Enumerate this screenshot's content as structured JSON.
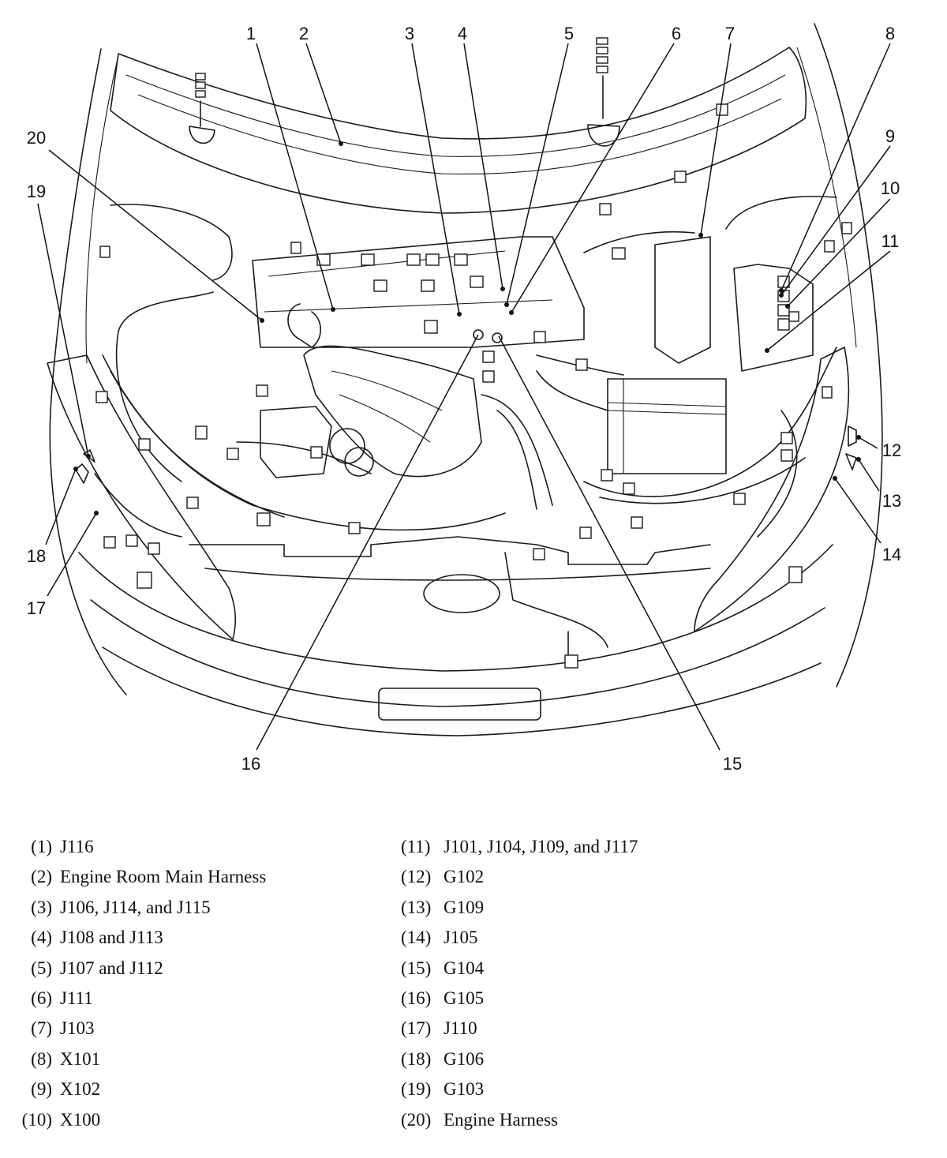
{
  "callouts": [
    {
      "num": "1",
      "text": "J116"
    },
    {
      "num": "2",
      "text": "Engine Room Main Harness"
    },
    {
      "num": "3",
      "text": "J106, J114, and J115"
    },
    {
      "num": "4",
      "text": "J108 and J113"
    },
    {
      "num": "5",
      "text": "J107 and J112"
    },
    {
      "num": "6",
      "text": "J111"
    },
    {
      "num": "7",
      "text": "J103"
    },
    {
      "num": "8",
      "text": "X101"
    },
    {
      "num": "9",
      "text": "X102"
    },
    {
      "num": "10",
      "text": "X100"
    },
    {
      "num": "11",
      "text": "J101, J104, J109, and J117"
    },
    {
      "num": "12",
      "text": "G102"
    },
    {
      "num": "13",
      "text": "G109"
    },
    {
      "num": "14",
      "text": "J105"
    },
    {
      "num": "15",
      "text": "G104"
    },
    {
      "num": "16",
      "text": "G105"
    },
    {
      "num": "17",
      "text": "J110"
    },
    {
      "num": "18",
      "text": "G106"
    },
    {
      "num": "19",
      "text": "G103"
    },
    {
      "num": "20",
      "text": "Engine Harness"
    }
  ],
  "legend": {
    "left": [
      {
        "idx": "(1)",
        "label": "J116"
      },
      {
        "idx": "(2)",
        "label": "Engine Room Main Harness"
      },
      {
        "idx": "(3)",
        "label": "J106, J114, and J115"
      },
      {
        "idx": "(4)",
        "label": "J108 and J113"
      },
      {
        "idx": "(5)",
        "label": "J107 and J112"
      },
      {
        "idx": "(6)",
        "label": "J111"
      },
      {
        "idx": "(7)",
        "label": "J103"
      },
      {
        "idx": "(8)",
        "label": "X101"
      },
      {
        "idx": "(9)",
        "label": "X102"
      },
      {
        "idx": "(10)",
        "label": "X100"
      }
    ],
    "right": [
      {
        "idx": "(11)",
        "label": "J101, J104, J109, and J117"
      },
      {
        "idx": "(12)",
        "label": "G102"
      },
      {
        "idx": "(13)",
        "label": "G109"
      },
      {
        "idx": "(14)",
        "label": "J105"
      },
      {
        "idx": "(15)",
        "label": "G104"
      },
      {
        "idx": "(16)",
        "label": "G105"
      },
      {
        "idx": "(17)",
        "label": "J110"
      },
      {
        "idx": "(18)",
        "label": "G106"
      },
      {
        "idx": "(19)",
        "label": "G103"
      },
      {
        "idx": "(20)",
        "label": "Engine Harness"
      }
    ]
  },
  "colors": {
    "ink": "#111111",
    "background": "#ffffff"
  }
}
